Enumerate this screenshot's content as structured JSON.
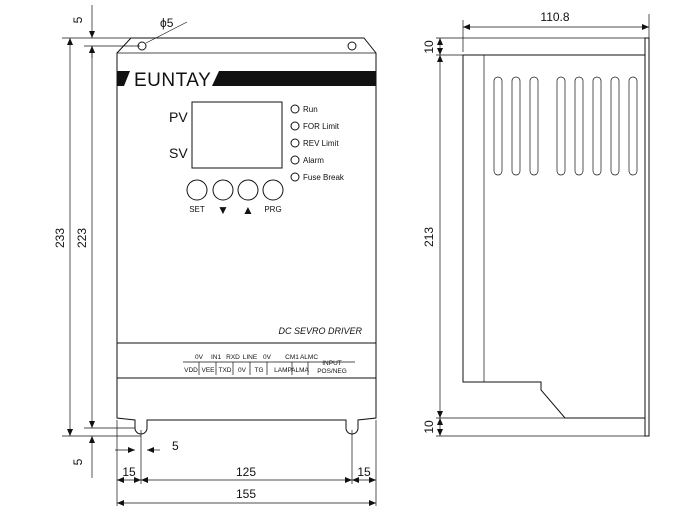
{
  "brand": "EUNTAY",
  "display": {
    "pv": "PV",
    "sv": "SV"
  },
  "indicators": [
    "Run",
    "FOR Limit",
    "REV Limit",
    "Alarm",
    "Fuse Break"
  ],
  "buttons": {
    "set": "SET",
    "down_glyph": "▼",
    "up_glyph": "▲",
    "prg": "PRG"
  },
  "panel_title": "DC SEVRO DRIVER",
  "terminals": {
    "top": [
      "0V",
      "IN1",
      "RXD",
      "LINE",
      "0V",
      "CM1",
      "ALMC"
    ],
    "bottom": [
      "VDD",
      "VEE",
      "TXD",
      "0V",
      "TG",
      "LAMP",
      "ALMA"
    ],
    "input_line1": "INPUT",
    "input_line2": "POS/NEG"
  },
  "dimensions": {
    "hole": "ϕ5",
    "top_margin": "5",
    "bottom_margin": "5",
    "total_height": "233",
    "inner_height": "223",
    "slot_offset": "5",
    "left_edge": "15",
    "hole_pitch": "125",
    "right_edge": "15",
    "total_width": "155",
    "side_depth": "110.8",
    "side_top": "10",
    "side_height": "213",
    "side_bottom": "10"
  }
}
